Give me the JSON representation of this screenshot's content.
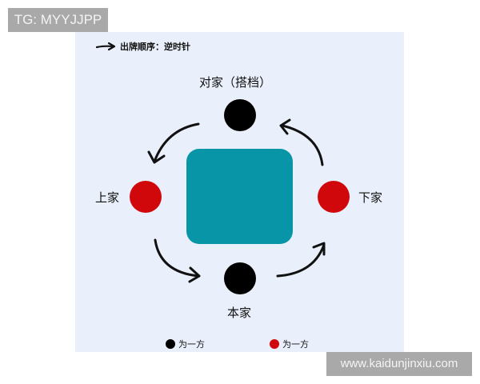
{
  "watermarks": {
    "top_left": "TG: MYYJJPP",
    "bottom_right": "www.kaidunjinxiu.com"
  },
  "diagram": {
    "order_legend": "出牌顺序：逆时针",
    "players": {
      "top": {
        "label": "对家（搭档）",
        "color": "#000000"
      },
      "left": {
        "label": "上家",
        "color": "#d0080c"
      },
      "right": {
        "label": "下家",
        "color": "#d0080c"
      },
      "bottom": {
        "label": "本家",
        "color": "#000000"
      }
    },
    "table_color": "#0895a8",
    "panel_color": "#eaf0fb",
    "direction": "counterclockwise"
  },
  "legend": [
    {
      "label": "为一方",
      "color": "#000000"
    },
    {
      "label": "为一方",
      "color": "#d0080c"
    }
  ]
}
